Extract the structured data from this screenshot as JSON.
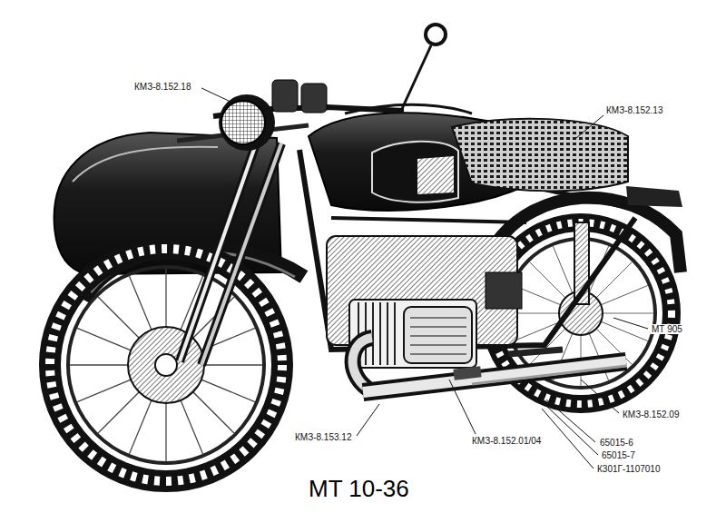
{
  "diagram": {
    "caption": "MT 10-36",
    "labels": [
      "КМЗ-8.152.18",
      "КМЗ-8.152.13",
      "МТ 905",
      "КМЗ-8.152.09",
      "65015-6",
      "65015-7",
      "К301Г-1107010",
      "КМЗ-8.152.01/04",
      "КМЗ-8.153.12"
    ]
  }
}
